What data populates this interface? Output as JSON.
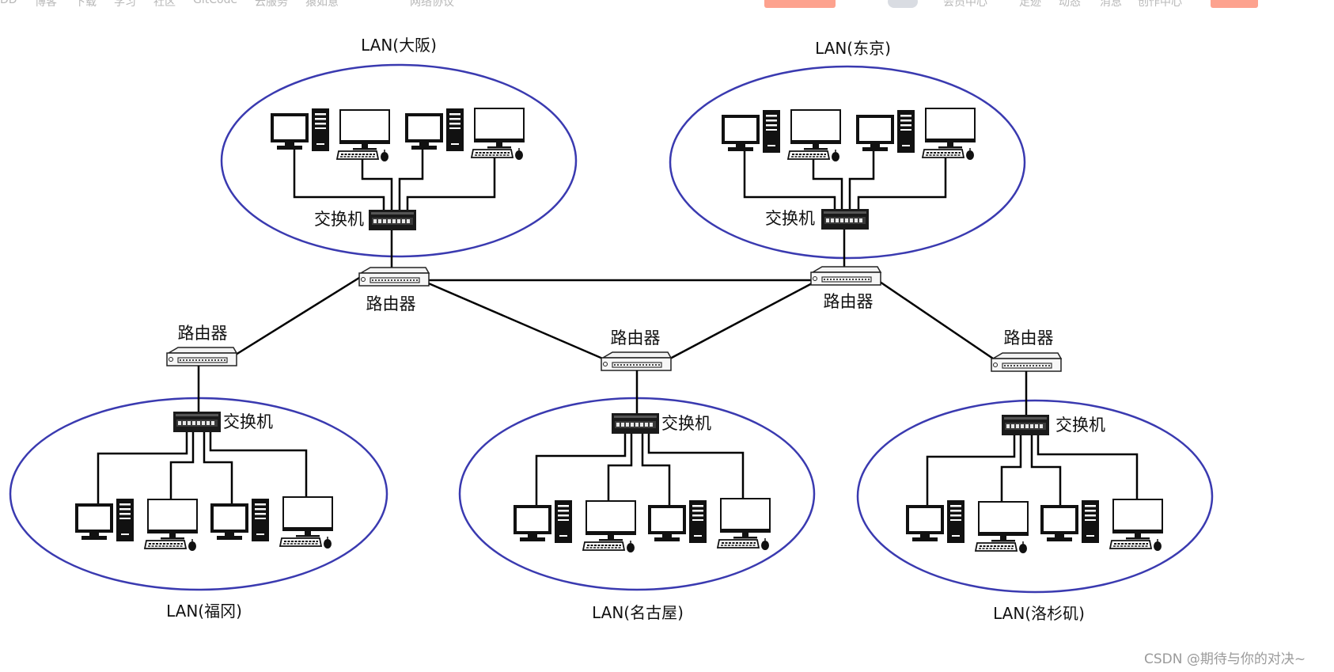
{
  "topbar": {
    "nav_items": [
      "博客",
      "下载",
      "学习",
      "社区",
      "GitCode",
      "云服务",
      "猿如意"
    ],
    "center_link": "网络协议",
    "right_items": [
      "会员中心",
      "足迹",
      "动态",
      "消息",
      "创作中心"
    ]
  },
  "diagram": {
    "lan_labels": {
      "osaka": "LAN(大阪)",
      "tokyo": "LAN(东京)",
      "fukuoka": "LAN(福冈)",
      "nagoya": "LAN(名古屋)",
      "la": "LAN(洛杉矶)"
    },
    "switch_label": "交换机",
    "router_label": "路由器",
    "colors": {
      "lan_ellipse": "#3a3ab0",
      "line": "#000000"
    }
  },
  "watermark": "CSDN @期待与你的对决~"
}
